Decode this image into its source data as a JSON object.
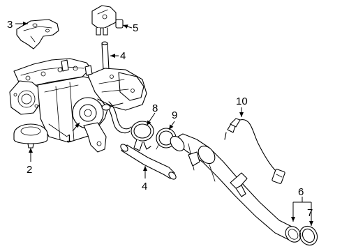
{
  "callouts": [
    {
      "key": "c1",
      "label": "1"
    },
    {
      "key": "c2",
      "label": "2"
    },
    {
      "key": "c3",
      "label": "3"
    },
    {
      "key": "c4a",
      "label": "4"
    },
    {
      "key": "c4b",
      "label": "4"
    },
    {
      "key": "c5",
      "label": "5"
    },
    {
      "key": "c6",
      "label": "6"
    },
    {
      "key": "c7",
      "label": "7"
    },
    {
      "key": "c8",
      "label": "8"
    },
    {
      "key": "c9",
      "label": "9"
    },
    {
      "key": "c10",
      "label": "10"
    }
  ]
}
